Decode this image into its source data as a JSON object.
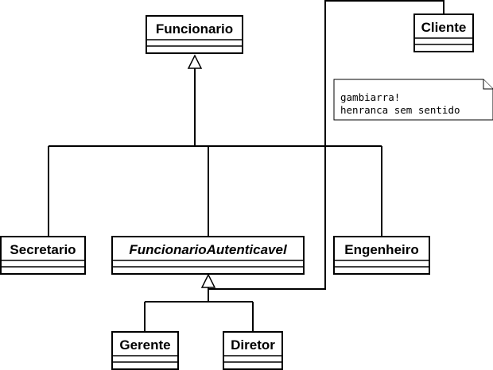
{
  "classes": {
    "funcionario": {
      "name": "Funcionario",
      "abstract": false
    },
    "cliente": {
      "name": "Cliente",
      "abstract": false
    },
    "secretario": {
      "name": "Secretario",
      "abstract": false
    },
    "funcionario_autenticavel": {
      "name": "FuncionarioAutenticavel",
      "abstract": true
    },
    "engenheiro": {
      "name": "Engenheiro",
      "abstract": false
    },
    "gerente": {
      "name": "Gerente",
      "abstract": false
    },
    "diretor": {
      "name": "Diretor",
      "abstract": false
    }
  },
  "note": {
    "line1": "gambiarra!",
    "line2": "henranca sem sentido"
  },
  "relations": [
    {
      "type": "generalization",
      "from": "Secretario",
      "to": "Funcionario"
    },
    {
      "type": "generalization",
      "from": "FuncionarioAutenticavel",
      "to": "Funcionario"
    },
    {
      "type": "generalization",
      "from": "Engenheiro",
      "to": "Funcionario"
    },
    {
      "type": "generalization",
      "from": "Gerente",
      "to": "FuncionarioAutenticavel"
    },
    {
      "type": "generalization",
      "from": "Diretor",
      "to": "FuncionarioAutenticavel"
    },
    {
      "type": "generalization",
      "from": "Cliente",
      "to": "FuncionarioAutenticavel"
    }
  ]
}
